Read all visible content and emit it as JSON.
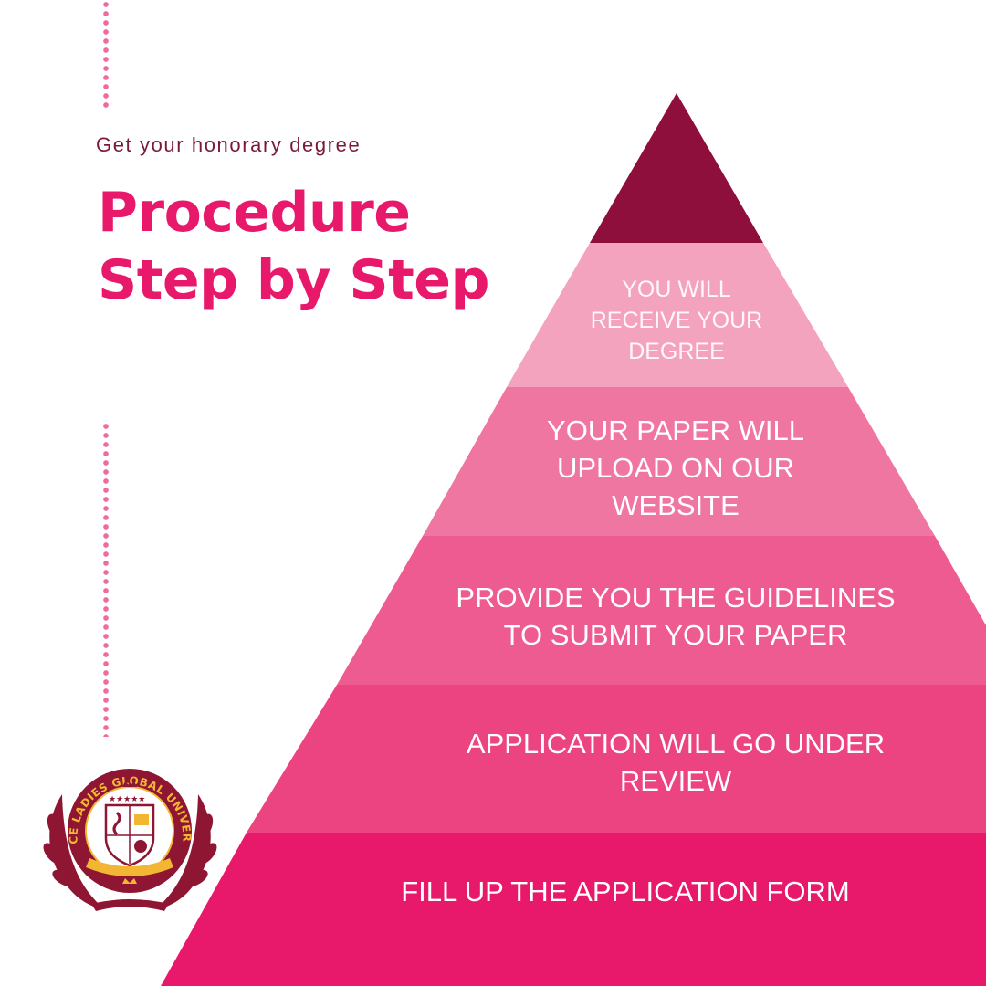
{
  "header": {
    "subtitle": "Get your honorary degree",
    "title_line1": "Procedure",
    "title_line2": "Step by Step"
  },
  "pyramid": {
    "tiers": [
      {
        "label": "",
        "color": "#8e0f3c"
      },
      {
        "label": "YOU WILL\nRECEIVE YOUR\nDEGREE",
        "color": "#f4a3bf"
      },
      {
        "label": "YOUR PAPER WILL\nUPLOAD ON OUR\nWEBSITE",
        "color": "#f076a2"
      },
      {
        "label": "PROVIDE YOU THE GUIDELINES\nTO SUBMIT YOUR PAPER",
        "color": "#ee5b90"
      },
      {
        "label": "APPLICATION WILL GO UNDER\nREVIEW",
        "color": "#ec4480"
      },
      {
        "label": "FILL UP THE APPLICATION FORM",
        "color": "#e8186a"
      }
    ]
  },
  "logo": {
    "text": "GRACE LADIES GLOBAL UNIVERSITY",
    "primary_color": "#8e1633",
    "accent_color": "#f2b632"
  },
  "colors": {
    "accent": "#e8186a",
    "dark": "#8e0f3c",
    "dots": "#f06aa0"
  }
}
